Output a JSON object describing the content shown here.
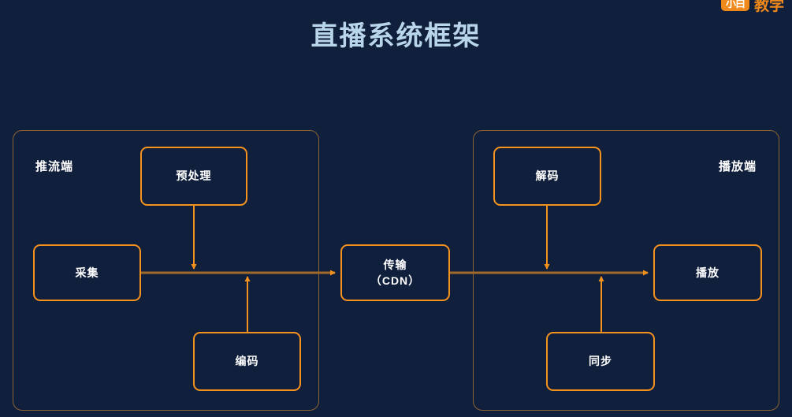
{
  "watermark": {
    "badge": "小白",
    "text": "教学"
  },
  "title": "直播系统框架",
  "panels": {
    "push": {
      "label": "推流端"
    },
    "play": {
      "label": "播放端"
    }
  },
  "nodes": {
    "preprocess": {
      "label": "预处理"
    },
    "capture": {
      "label": "采集"
    },
    "encode": {
      "label": "编码"
    },
    "transport": {
      "line1": "传输",
      "line2": "（CDN）"
    },
    "decode": {
      "label": "解码"
    },
    "play": {
      "label": "播放"
    },
    "sync": {
      "label": "同步"
    }
  },
  "colors": {
    "background": "#101f3c",
    "title": "#b9d5ea",
    "node_border": "#f5921e",
    "panel_border": "#8a6434",
    "wire_bright": "#f5921e",
    "wire_dim": "#a06a28",
    "node_text": "#ffffff",
    "brand_orange": "#f0891b"
  },
  "chart_data": {
    "type": "diagram",
    "title": "直播系统框架",
    "groups": [
      {
        "id": "push",
        "label": "推流端",
        "members": [
          "采集",
          "预处理",
          "编码"
        ]
      },
      {
        "id": "play",
        "label": "播放端",
        "members": [
          "解码",
          "播放",
          "同步"
        ]
      }
    ],
    "nodes": [
      "采集",
      "预处理",
      "编码",
      "传输（CDN）",
      "解码",
      "播放",
      "同步"
    ],
    "edges": [
      {
        "from": "采集",
        "to": "传输（CDN）",
        "direction": "right"
      },
      {
        "from": "预处理",
        "to": "采集-传输链路",
        "direction": "down"
      },
      {
        "from": "编码",
        "to": "采集-传输链路",
        "direction": "up"
      },
      {
        "from": "传输（CDN）",
        "to": "播放",
        "direction": "right"
      },
      {
        "from": "解码",
        "to": "传输-播放链路",
        "direction": "down"
      },
      {
        "from": "同步",
        "to": "传输-播放链路",
        "direction": "up"
      }
    ]
  }
}
